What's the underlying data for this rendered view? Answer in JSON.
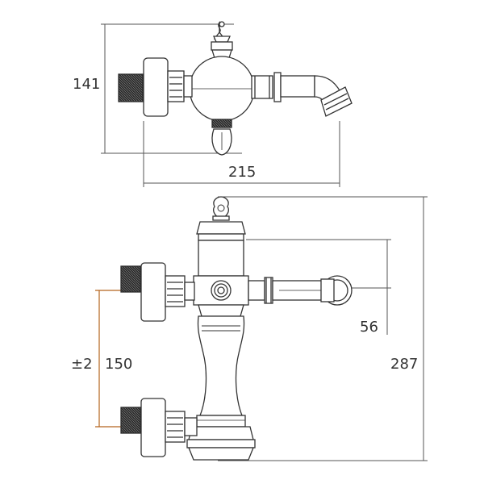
{
  "dimensions": {
    "top_height": "141",
    "top_width": "215",
    "spout_offset": "56",
    "total_height": "287",
    "inlet_tolerance": "±2",
    "inlet_spacing": "150"
  },
  "colors": {
    "line": "#333333",
    "dim_line": "#555555",
    "highlight": "#b5651d",
    "knurl": "#2b2b2b"
  }
}
